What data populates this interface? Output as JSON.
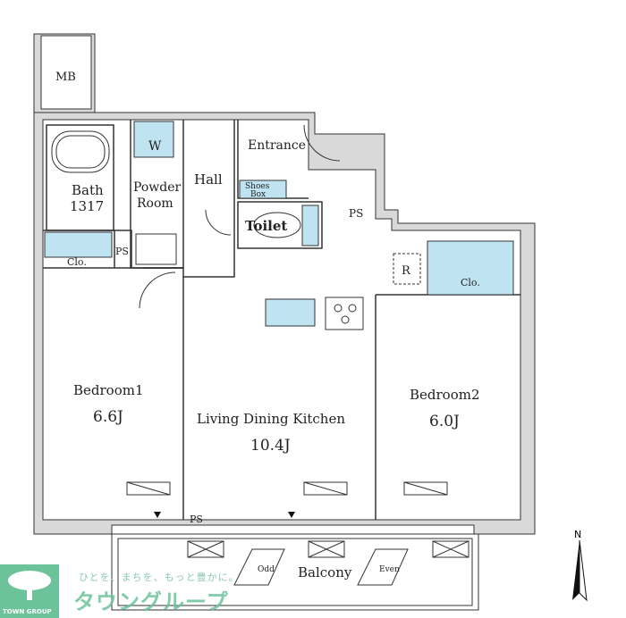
{
  "rooms": {
    "mb": "MB",
    "bath": "Bath",
    "bath_size": "1317",
    "washer": "W",
    "powder_room_1": "Powder",
    "powder_room_2": "Room",
    "hall": "Hall",
    "entrance": "Entrance",
    "shoes_box_1": "Shoes",
    "shoes_box_2": "Box",
    "toilet": "Toilet",
    "ps_top": "PS",
    "ps_left": "PS",
    "ps_bottom": "PS",
    "refrigerator": "R",
    "closet_left": "Clo.",
    "closet_right": "Clo.",
    "bedroom1": "Bedroom1",
    "bedroom1_size": "6.6J",
    "ldk": "Living Dining Kitchen",
    "ldk_size": "10.4J",
    "bedroom2": "Bedroom2",
    "bedroom2_size": "6.0J",
    "balcony": "Balcony",
    "odd": "Odd",
    "even": "Even"
  },
  "compass": "N",
  "logo": {
    "tagline": "ひとを、まちを、もっと豊かに。",
    "brand": "タウングループ",
    "name": "TOWN GROUP"
  },
  "colors": {
    "wall": "#d9d9d9",
    "storage": "#bfe3f0",
    "line": "#333333",
    "brand": "#6cc39a"
  }
}
